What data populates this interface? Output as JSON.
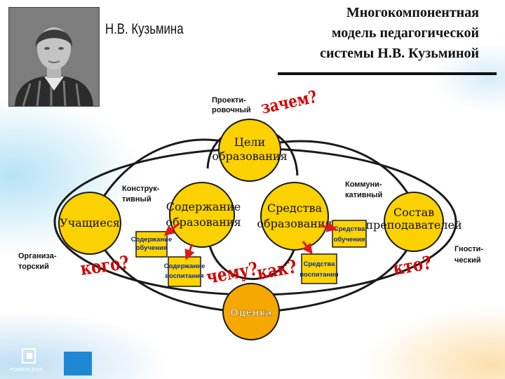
{
  "slide": {
    "author": "Н.В. Кузьмина",
    "title_lines": [
      "Многокомпонентная",
      "модель педагогической",
      "системы Н.В. Кузьминой"
    ]
  },
  "diagram": {
    "nodes": {
      "goals": "Цели образования",
      "students": "Учащиеся",
      "content": "Содержание образования",
      "means": "Средства образования",
      "teachers": "Состав преподавателей",
      "assessment": "Оценка"
    },
    "sub_boxes": {
      "content_teaching": "Содержание обучения",
      "content_upbringing": "Содержание воспитания",
      "means_teaching": "Средства обучения",
      "means_upbringing": "Средства воспитания"
    },
    "questions": {
      "why": "зачем?",
      "whom": "кого?",
      "what": "чему?",
      "how": "как?",
      "who": "кто?"
    },
    "components": {
      "design": "Проекти- ровочный",
      "constructive": "Конструк- тивный",
      "communicative": "Коммуни- кативный",
      "organizational": "Организа- торский",
      "gnostic": "Гности- ческий"
    }
  },
  "footer": {
    "logo_text": "POWERLESS"
  },
  "colors": {
    "circle_fill": "#fbd100",
    "assessment_fill": "#f5a800",
    "box_fill": "#ffd400",
    "question": "#d40000",
    "arrow": "#e01818",
    "box_text": "#0b2a9a"
  }
}
